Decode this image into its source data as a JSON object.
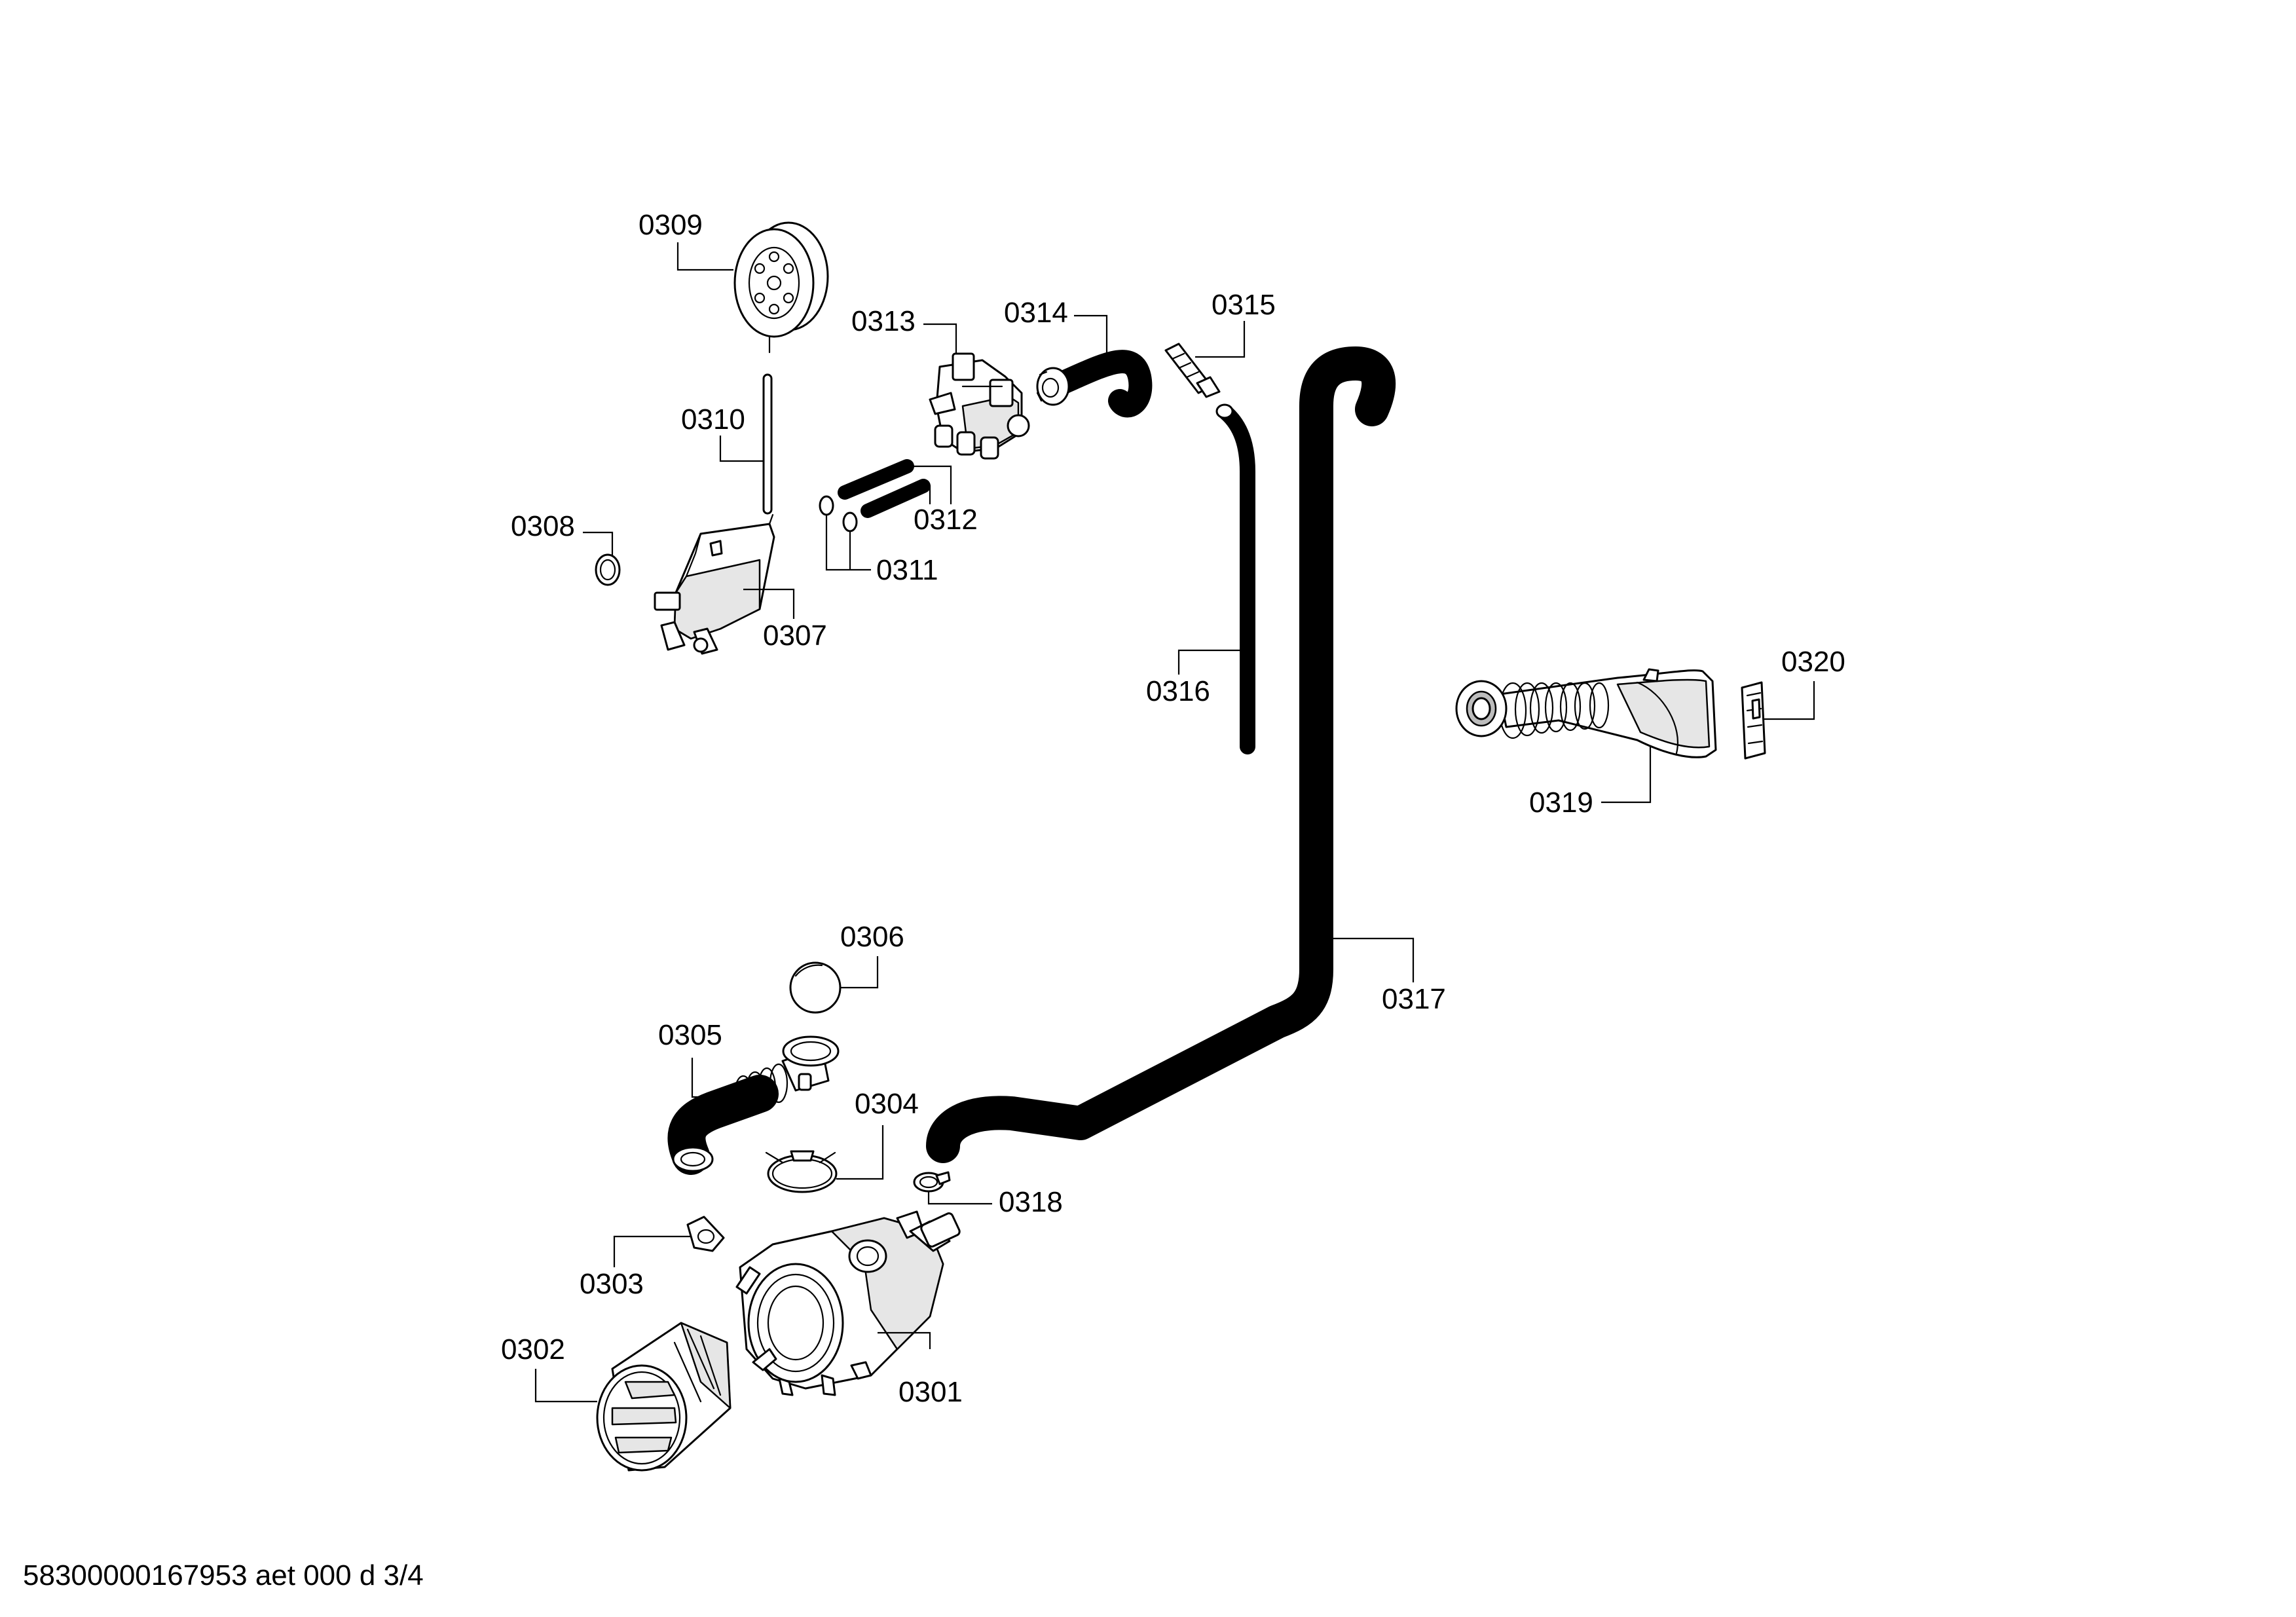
{
  "footer": {
    "text": "58300000167953 aet 000 d 3/4"
  },
  "labels": {
    "p0301": "0301",
    "p0302": "0302",
    "p0303": "0303",
    "p0304": "0304",
    "p0305": "0305",
    "p0306": "0306",
    "p0307": "0307",
    "p0308": "0308",
    "p0309": "0309",
    "p0310": "0310",
    "p0311": "0311",
    "p0312": "0312",
    "p0313": "0313",
    "p0314": "0314",
    "p0315": "0315",
    "p0316": "0316",
    "p0317": "0317",
    "p0318": "0318",
    "p0319": "0319",
    "p0320": "0320"
  }
}
